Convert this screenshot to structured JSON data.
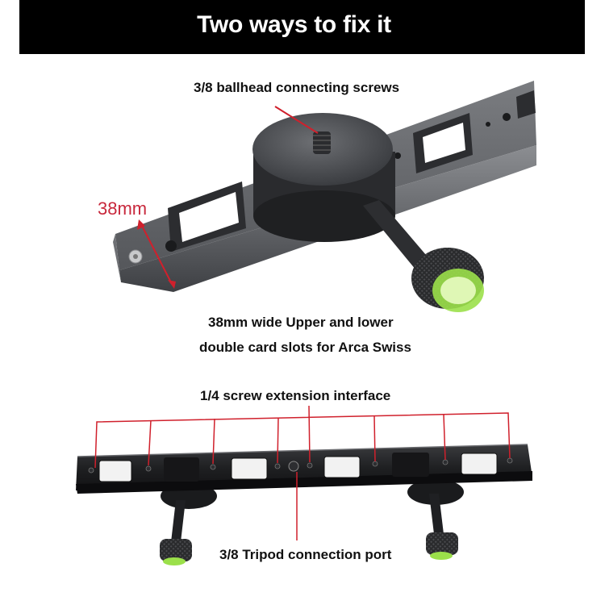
{
  "banner": {
    "title": "Two ways to fix it"
  },
  "annotations": {
    "ballhead_screws": "3/8 ballhead connecting screws",
    "width_dimension": "38mm",
    "slot_desc_line1": "38mm wide Upper and lower",
    "slot_desc_line2": "double card slots for Arca Swiss",
    "extension_interface": "1/4 screw extension interface",
    "tripod_port": "3/8 Tripod connection port"
  },
  "colors": {
    "banner_bg": "#000000",
    "banner_text": "#ffffff",
    "annotation_red": "#d0202c",
    "dimension_text": "#c8283c",
    "rail_metal": "#5a5c60",
    "bubble_level": "#9be04a"
  }
}
